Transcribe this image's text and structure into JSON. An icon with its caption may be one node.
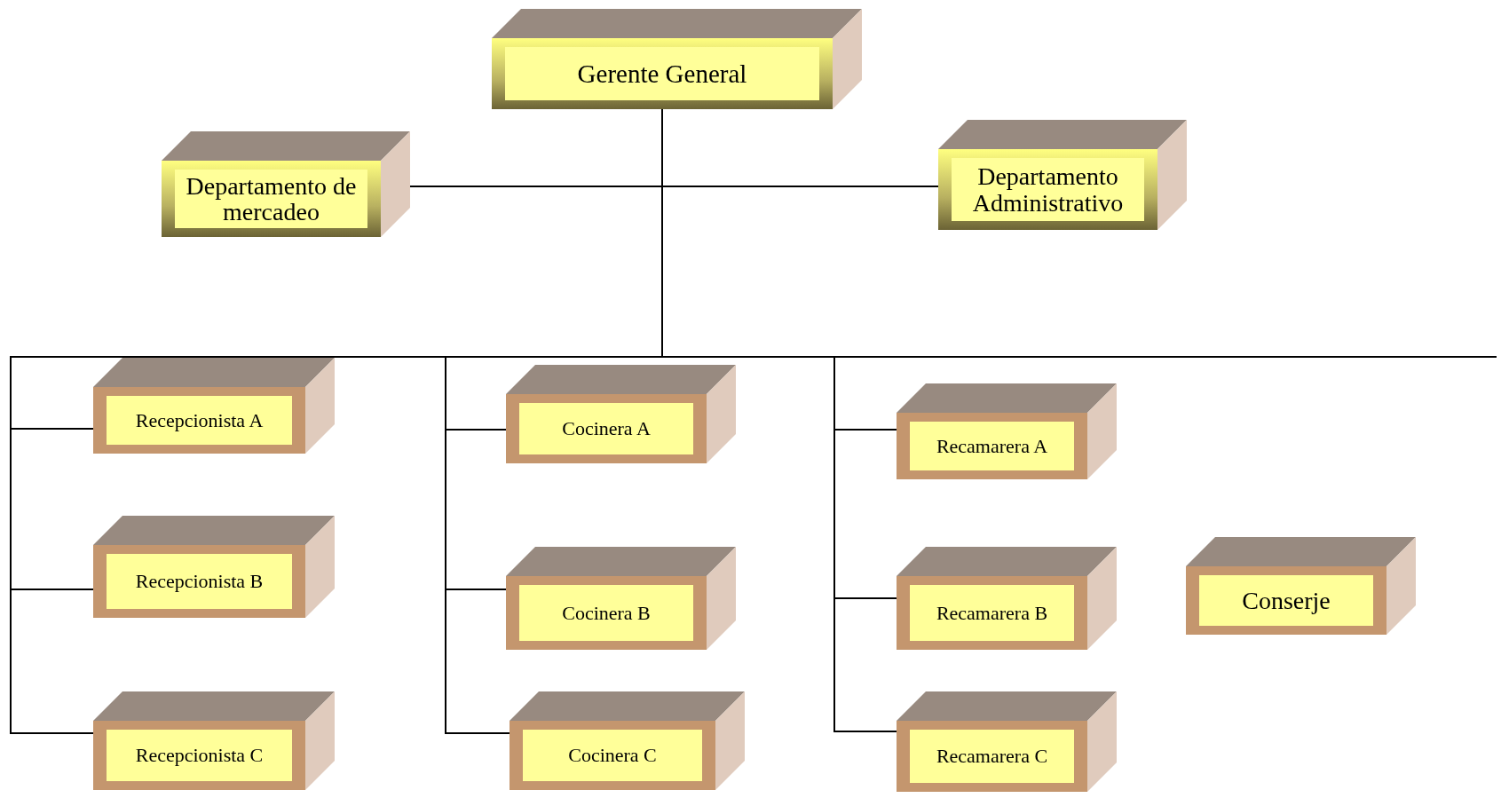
{
  "diagram": {
    "nodes": [
      {
        "text": [
          "Gerente General"
        ]
      },
      {
        "text": [
          "Departamento de mercadeo"
        ]
      },
      {
        "text": [
          "Departamento Administrativo"
        ]
      },
      {
        "text": [
          "Recepcionista A"
        ]
      },
      {
        "text": [
          "Recepcionista B"
        ]
      },
      {
        "text": [
          "Recepcionista C"
        ]
      },
      {
        "text": [
          "Cocinera A"
        ]
      },
      {
        "text": [
          "Cocinera B"
        ]
      },
      {
        "text": [
          "Cocinera C"
        ]
      },
      {
        "text": [
          "Recamarera A"
        ]
      },
      {
        "text": [
          "Recamarera B"
        ]
      },
      {
        "text": [
          "Recamarera C"
        ]
      },
      {
        "text": [
          "Conserje"
        ]
      }
    ],
    "edges": [
      {
        "from": 0,
        "to": 1,
        "arrow": "none"
      },
      {
        "from": 0,
        "to": 2,
        "arrow": "none"
      },
      {
        "from": 0,
        "to": 3,
        "arrow": "none"
      },
      {
        "from": 0,
        "to": 4,
        "arrow": "none"
      },
      {
        "from": 0,
        "to": 5,
        "arrow": "none"
      },
      {
        "from": 0,
        "to": 6,
        "arrow": "none"
      },
      {
        "from": 0,
        "to": 7,
        "arrow": "none"
      },
      {
        "from": 0,
        "to": 8,
        "arrow": "none"
      },
      {
        "from": 0,
        "to": 9,
        "arrow": "none"
      },
      {
        "from": 0,
        "to": 10,
        "arrow": "none"
      },
      {
        "from": 0,
        "to": 11,
        "arrow": "none"
      }
    ]
  }
}
